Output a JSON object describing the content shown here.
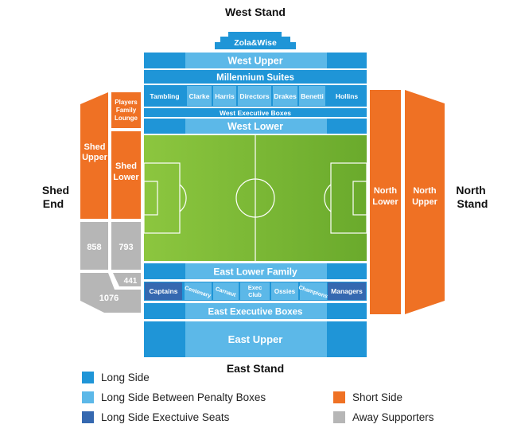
{
  "colors": {
    "long_side": "#1f95d7",
    "between_penalty": "#5cb8e8",
    "exec_seats": "#3568b0",
    "short_side": "#ef7124",
    "away": "#b6b6b6",
    "pitch_light": "#8cc63f",
    "pitch_dark": "#6fb02d"
  },
  "stands": {
    "west": "West Stand",
    "east": "East Stand",
    "shed_line1": "Shed",
    "shed_line2": "End",
    "north_line1": "North",
    "north_line2": "Stand"
  },
  "west": {
    "zola": "Zola&Wise",
    "upper": "West Upper",
    "millennium": "Millennium Suites",
    "boxes": [
      "Tambling",
      "Clarke",
      "Harris",
      "Directors",
      "Drakes",
      "Benetti",
      "Hollins"
    ],
    "exec_boxes": "West Executive Boxes",
    "lower": "West Lower"
  },
  "shed": {
    "players_lounge": [
      "Players",
      "Family",
      "Lounge"
    ],
    "upper": [
      "Shed",
      "Upper"
    ],
    "lower": [
      "Shed",
      "Lower"
    ],
    "away_blocks": [
      "858",
      "793",
      "441",
      "1076"
    ]
  },
  "north": {
    "lower": [
      "North",
      "Lower"
    ],
    "upper": [
      "North",
      "Upper"
    ]
  },
  "east": {
    "lower_family": "East Lower Family",
    "boxes": [
      "Captains",
      "Centenary",
      "Carnaut",
      "Exec Club",
      "Ossies",
      "Champions",
      "Managers"
    ],
    "exec_boxes": "East Executive Boxes",
    "upper": "East Upper"
  },
  "legend": [
    {
      "label": "Long Side",
      "color": "#1f95d7"
    },
    {
      "label": "Long Side Between Penalty Boxes",
      "color": "#5cb8e8"
    },
    {
      "label": "Long Side Exectuive Seats",
      "color": "#3568b0"
    },
    {
      "label": "Short Side",
      "color": "#ef7124"
    },
    {
      "label": "Away Supporters",
      "color": "#b6b6b6"
    }
  ]
}
